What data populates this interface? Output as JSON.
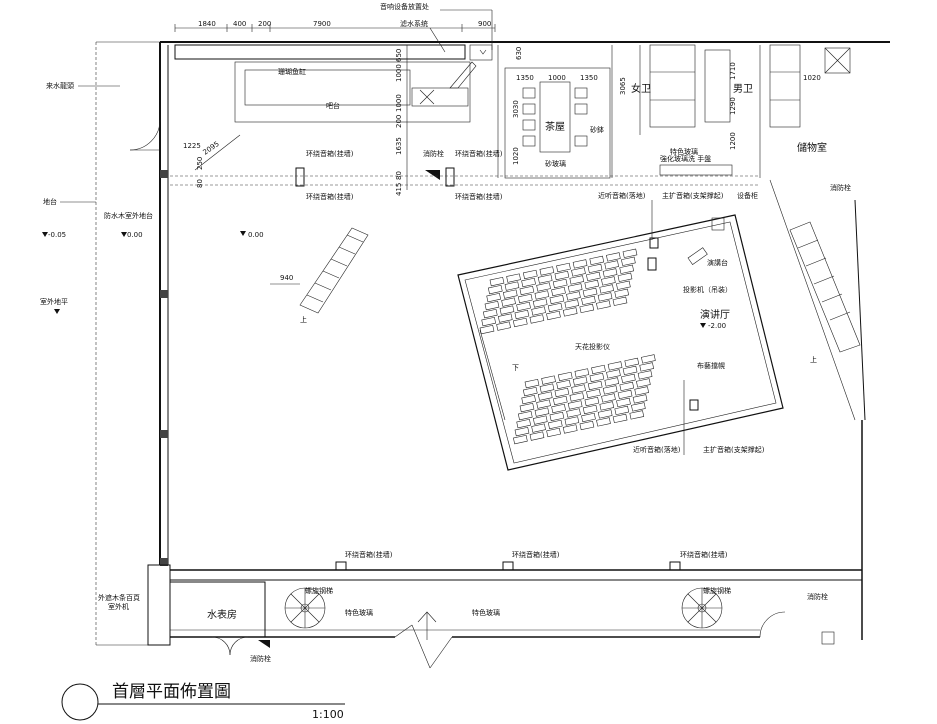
{
  "title": {
    "main": "首層平面佈置圖",
    "scale": "1:100"
  },
  "dimensions": {
    "top": [
      "1840",
      "400",
      "200",
      "7900",
      "900"
    ],
    "v_center": [
      "650",
      "1000",
      "1000",
      "200",
      "1635",
      "80",
      "415"
    ],
    "tea": [
      "1350",
      "1000",
      "1350",
      "630"
    ],
    "tea_side": [
      "3030",
      "1020",
      "3065"
    ],
    "wc": [
      "1710",
      "1290",
      "1200",
      "1020"
    ],
    "misc": [
      "1225",
      "2095",
      "250",
      "80",
      "940"
    ]
  },
  "labels": {
    "audio_equipment": "音响设备放置处",
    "filter_system": "滤水系统",
    "water_tap": "来水龍頭",
    "coral_tank": "珊瑚鱼缸",
    "bar": "吧台",
    "tea_room": "茶屋",
    "sand_basin": "砂鉢",
    "sand_glass": "砂玻璃",
    "female_wc": "女卫",
    "male_wc": "男卫",
    "storage": "儲物室",
    "special_glass_sink": "特色玻璃",
    "tempered_glass_sink": "強化玻璃洗 手盤",
    "hydrant": "消防栓",
    "surround_speaker": "环绕音箱(挂墙)",
    "ground_platform": "地台",
    "waterproof_platform": "防水木室外地台",
    "outdoor_ground": "室外地平",
    "near_speaker": "近听音箱(落地)",
    "main_speaker": "主扩音箱(支架撑起)",
    "equipment_cabinet": "设备柜",
    "lectern": "演講台",
    "projector": "投影机（吊装）",
    "lecture_hall": "演讲厅",
    "ceiling_screen": "天花投影仪",
    "cloth_screen": "布藝擋幌",
    "spiral_stair": "螺旋钢梯",
    "special_glass": "特色玻璃",
    "water_meter": "水表房",
    "louver_outdoor": "外遮木条百頁 室外机",
    "up": "上",
    "down": "下"
  },
  "levels": {
    "outdoor": "-0.05",
    "platform": "0.00",
    "floor": "0.00",
    "hall": "-2.00"
  },
  "colors": {
    "line": "#111111",
    "background": "#ffffff"
  }
}
